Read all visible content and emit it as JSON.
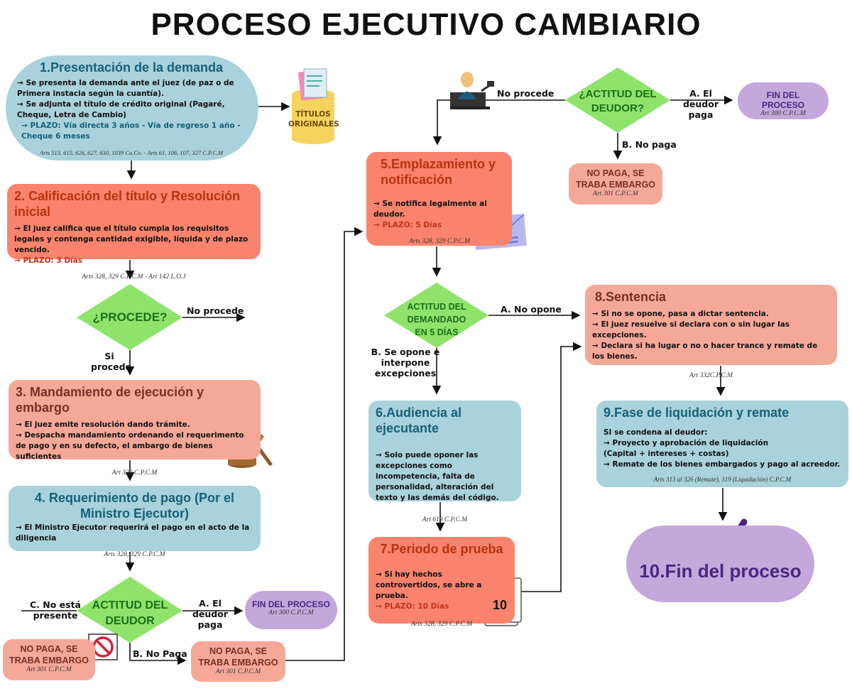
{
  "title": "PROCESO EJECUTIVO CAMBIARIO",
  "step1": {
    "title": "1.Presentación de la demanda",
    "line1": "→ Se presenta la demanda ante el juez (de paz o de Primera instacia según la cuantía).",
    "line2": "→ Se adjunta el título de crédito original (Pagaré, Cheque, Letra de Cambio)",
    "plazo": "→ PLAZO: Vía directa 3 años - Vía de regreso 1 año - Cheque 6 meses",
    "cite": "Arts 513, 615, 626, 627, 630, 1039 Co.Co. - Arts 61, 106, 107, 327 C.P.C.M"
  },
  "titulos": "TÍTULOS ORIGINALES",
  "step2": {
    "title": "2. Calificación del título y Resolución inicial",
    "line1": "→ El juez califica que el título cumpla los requisitos legales y contenga cantidad exigible, líquida y de plazo vencido.",
    "plazo": "→ PLAZO: 3 Días",
    "cite": "Arts 328, 329 C.P.C.M - Art 142 L.O.J"
  },
  "procede": {
    "question": "¿PROCEDE?",
    "no": "No procede",
    "si": "Si procede"
  },
  "step3": {
    "title": "3.  Mandamiento de ejecución y embargo",
    "line1": "→ El juez emite resolución dando trámite.",
    "line2": "→ Despacha mandamiento ordenando el requerimento de pago y en su defecto, el ambargo de bienes suficientes",
    "cite": "Art 329 C.P.C.M"
  },
  "step4": {
    "title": "4. Requerimiento de pago (Por el Ministro Ejecutor)",
    "line1": "→ El Ministro Ejecutor requerirá el pago en el acto de la diligencia",
    "cite": "Arts 328, 329 C.P.C.M"
  },
  "actitud_bottom": {
    "question": "ACTITUD DEL DEUDOR",
    "a": "A. El deudor paga",
    "b": "B. No Paga",
    "c": "C. No está presente"
  },
  "fin_small": {
    "title": "FIN DEL PROCESO",
    "cite": "Art 300 C.P.C.M"
  },
  "no_paga": {
    "title": "NO PAGA, SE TRABA EMBARGO",
    "cite": "Art 301 C.P.C.M"
  },
  "actitud_top": {
    "question": "¿ACTITUD DEL DEUDOR?",
    "a": "A. El deudor paga",
    "b": "B. No paga",
    "no": "No procede"
  },
  "step5": {
    "title": "5.Emplazamiento y notificación",
    "line1": "→ Se notifica legalmente al deudor.",
    "plazo": "→ PLAZO: 5 Días",
    "cite": "Arts 328, 329 C.P.C.M"
  },
  "actitud_dem": {
    "question": "ACTITUD DEL DEMANDADO EN 5 DÍAS",
    "a": "A. No opone",
    "b": "B. Se opone e interpone excepciones"
  },
  "step6": {
    "title": "6.Audiencia al ejecutante",
    "line1": "→ Solo puede oponer las excepciones como incompetencia, falta de personalidad, alteración del texto y las demás del código.",
    "cite": "Art 619 C.P.C.M"
  },
  "step7": {
    "title": "7.Periodo de prueba",
    "line1": "→ Si hay hechos controvertidos, se abre a prueba.",
    "plazo": "→ PLAZO: 10 Días",
    "cite": "Arts 328, 329 C.P.C.M",
    "calendar": "10"
  },
  "step8": {
    "title": "8.Sentencia",
    "line1": "→ Si no se opone, pasa a dictar sentencia.",
    "line2": "→ El juez resuelve si declara con o sin lugar las excepciones.",
    "line3": "→ Declara si ha lugar o no o hacer trance y remate de los bienes.",
    "cite": "Art 332C.P.C.M"
  },
  "step9": {
    "title": "9.Fase de liquidación y remate",
    "line0": "SI se condena al deudor:",
    "line1": "→ Proyecto y aprobación de liquidación",
    "line2": "(Capital + intereses + costas)",
    "line3": "→ Remate de los bienes embargados y pago al acreedor.",
    "cite": "Arts 313 al 326 (Remate), 319 (Liquidación) C.P.C.M"
  },
  "step10": {
    "title": "10.Fin del proceso"
  },
  "colors": {
    "blue": "#a9d2dc",
    "salmon": "#f9836d",
    "pink": "#f6a898",
    "purple": "#c4a8dc",
    "diamond": "#8fe36b"
  }
}
